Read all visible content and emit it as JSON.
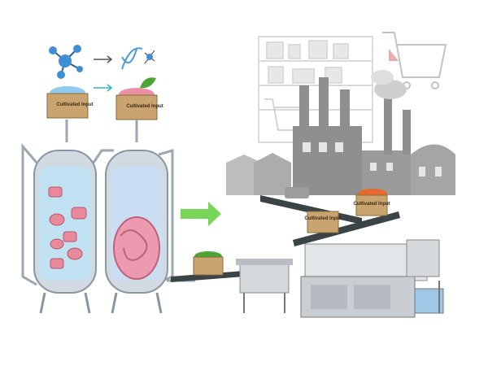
{
  "illustration": {
    "box_labels": [
      "Cultivated Input",
      "Cultivated Input",
      "Cultivated Input",
      "Cultivated Input"
    ],
    "colors": {
      "box": "#c9a46e",
      "tank_steel": "#b9c3cc",
      "tank_liquid": "#bfe2f4",
      "meat": "#e88a9a",
      "arrow": "#5fcf3a",
      "factory": "#8f8f8f",
      "molecule": "#3e8fd6",
      "produce": "#e86a2c"
    },
    "icons": [
      "molecule-icon",
      "dna-icon",
      "arrow-right-icon",
      "shopping-cart-icon",
      "leaf-icon"
    ]
  }
}
